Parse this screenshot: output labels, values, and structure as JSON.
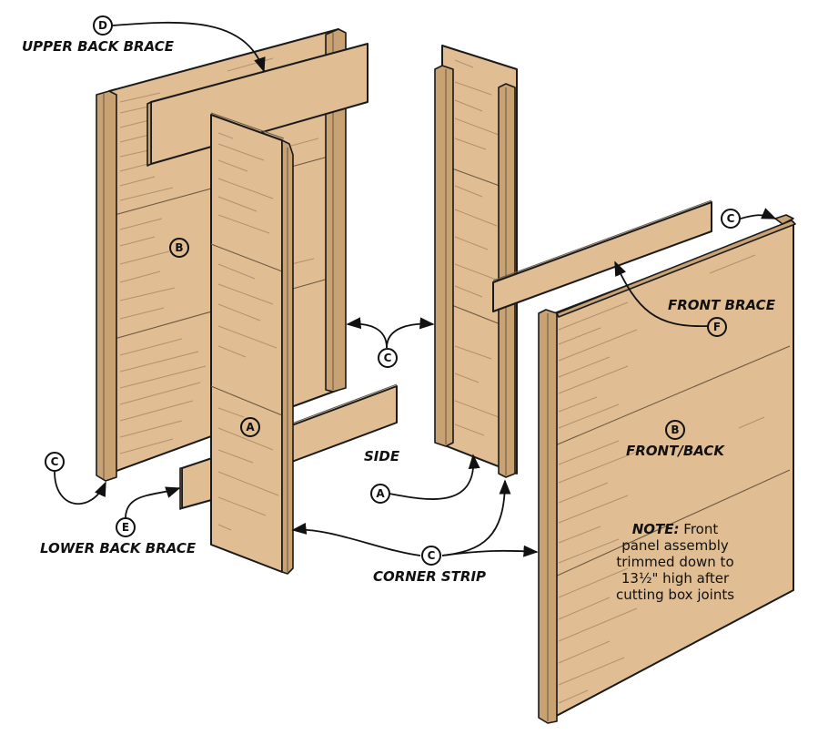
{
  "diagram": {
    "title": "Box assembly exploded view",
    "colors": {
      "wood": "#e0bd92",
      "wood_edge": "#c9a274",
      "outline": "#1a1a1a",
      "grain": "#9f8566",
      "background": "#ffffff"
    },
    "labels": {
      "upper_back_brace": "UPPER BACK BRACE",
      "lower_back_brace": "LOWER BACK BRACE",
      "side": "SIDE",
      "front_brace": "FRONT BRACE",
      "front_back": "FRONT/BACK",
      "corner_strip": "CORNER STRIP"
    },
    "callouts": {
      "D": "D",
      "B_back": "B",
      "B_front": "B",
      "A_side": "A",
      "A_right": "A",
      "C_top_right": "C",
      "C_middle": "C",
      "C_left": "C",
      "C_corner_strip": "C",
      "E": "E",
      "F": "F"
    },
    "note": {
      "prefix": "NOTE:",
      "line1_rest": " Front",
      "line2": "panel assembly",
      "line3": "trimmed down to",
      "line4": "13½\" high after",
      "line5": "cutting box joints"
    }
  }
}
